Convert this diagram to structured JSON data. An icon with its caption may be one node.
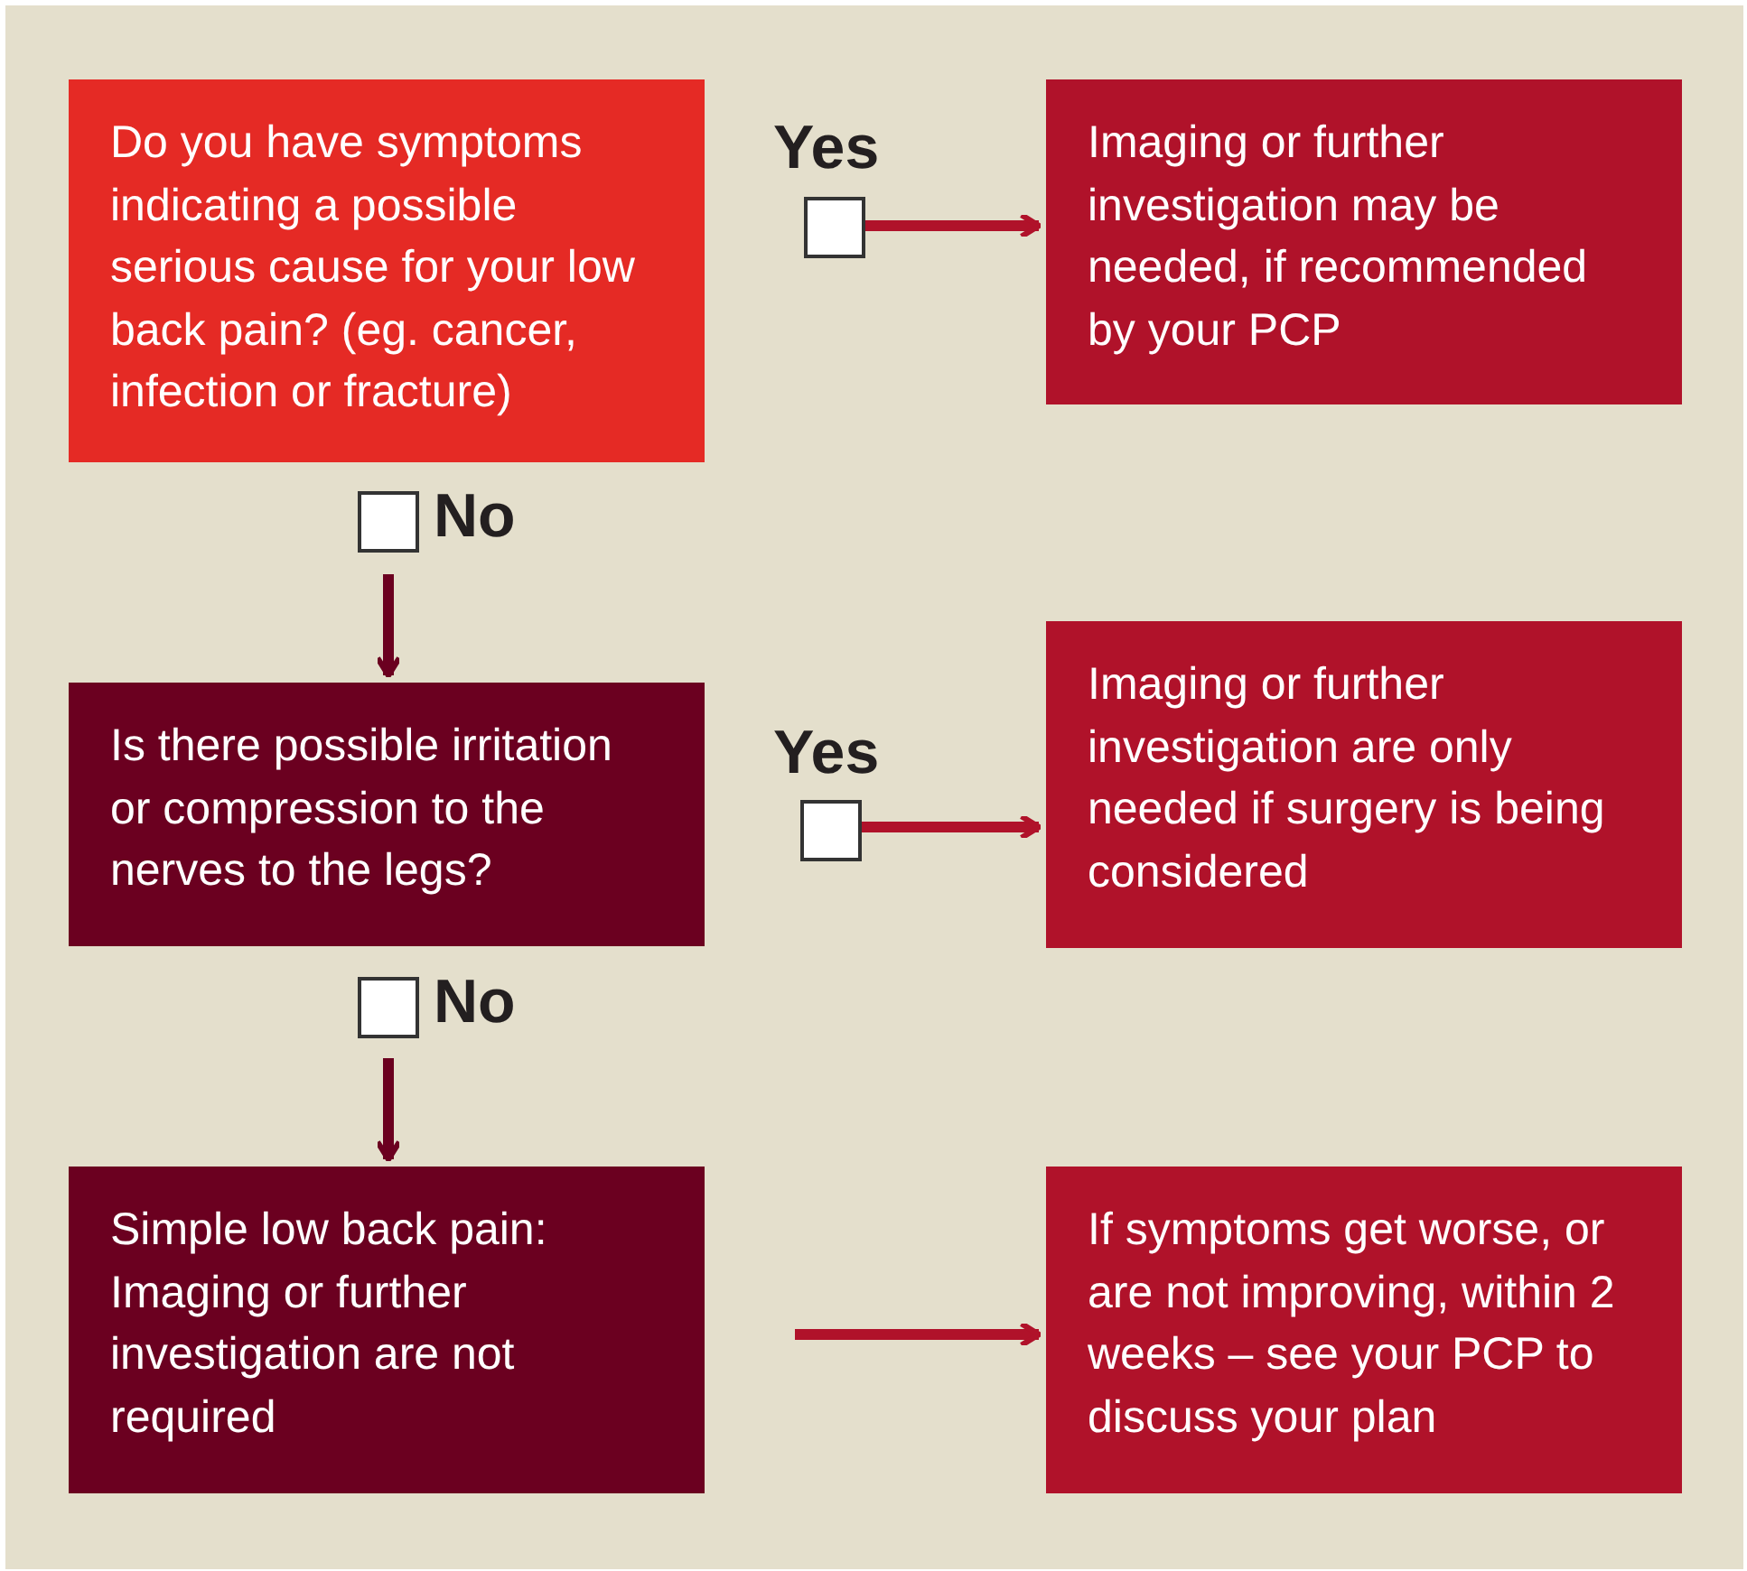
{
  "diagram": {
    "nodes": [
      {
        "text": [
          "Do you have symptoms indicating a possible serious cause for your low back pain? (eg. cancer, infection or fracture)"
        ]
      },
      {
        "text": [
          "Imaging or further investigation may be needed, if recommended by your PCP"
        ]
      },
      {
        "text": [
          "Is there possible irritation or compression to the nerves to the legs?"
        ]
      },
      {
        "text": [
          "Imaging or further investigation are only needed if surgery is being considered"
        ]
      },
      {
        "text": [
          "Simple low back pain: Imaging or further investigation are not required"
        ]
      },
      {
        "text": [
          "If symptoms get worse, or are not improving, within 2 weeks – see your PCP to discuss your plan"
        ]
      }
    ],
    "edges": [
      {
        "from": 0,
        "to": 1,
        "arrow": "to",
        "label": "Yes"
      },
      {
        "from": 0,
        "to": 2,
        "arrow": "to",
        "label": "No",
        "color": "#6b0020"
      },
      {
        "from": 2,
        "to": 3,
        "arrow": "to",
        "label": "Yes"
      },
      {
        "from": 2,
        "to": 4,
        "arrow": "to",
        "label": "No",
        "color": "#6b0020"
      },
      {
        "from": 4,
        "to": 5,
        "arrow": "to"
      }
    ]
  }
}
